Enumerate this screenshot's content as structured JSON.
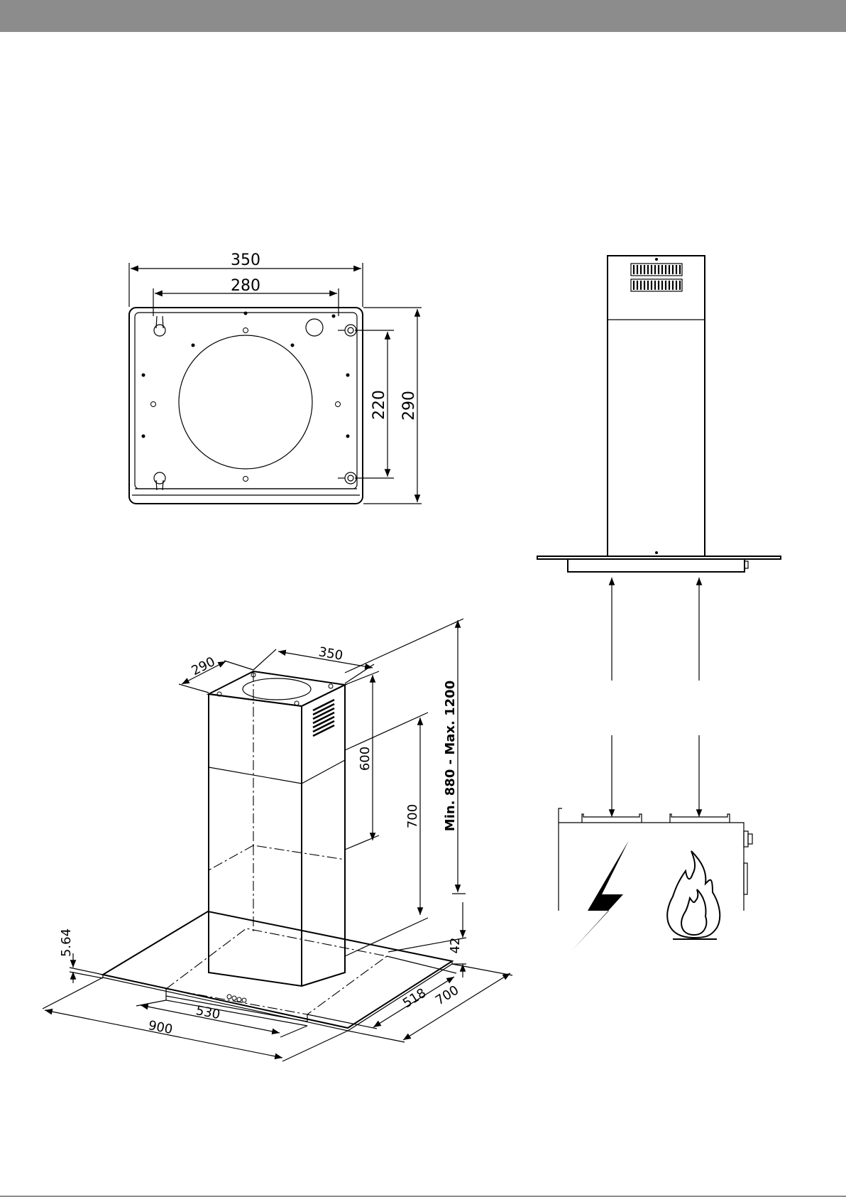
{
  "colors": {
    "header_bar": "#8c8c8c",
    "line": "#000000"
  },
  "top_plan": {
    "width_outer": "350",
    "width_holes": "280",
    "depth_holes": "220",
    "depth_outer": "290"
  },
  "iso_view": {
    "top_depth": "290",
    "top_width": "350",
    "chimney_upper": "600",
    "chimney_lower": "700",
    "height_range": "Min. 880 - Max. 1200",
    "glass_thickness": "5.64",
    "canopy_height": "42",
    "canopy_depth": "518",
    "glass_depth": "700",
    "canopy_width": "530",
    "glass_width": "900"
  },
  "icons": [
    "flame-icon",
    "lightning-icon"
  ]
}
